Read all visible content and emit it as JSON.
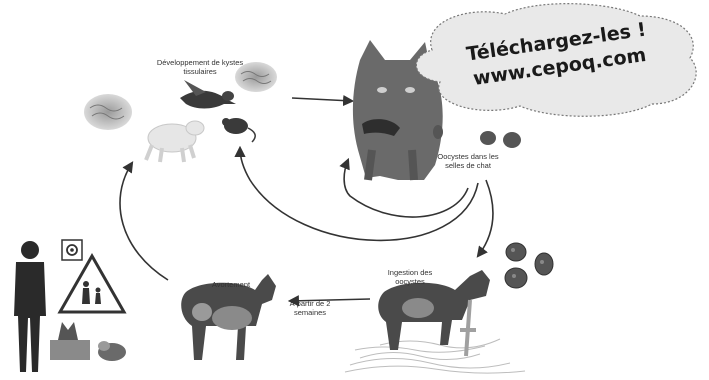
{
  "labels": {
    "tissue_cysts": "Développement de kystes tissulaires",
    "oocysts_feces": "Oocystes dans les selles de chat",
    "ingestion": "Ingestion des oocystes",
    "abortion": "Avortement",
    "from_two_weeks": "À partir de 2 semaines"
  },
  "cloud": {
    "line1": "Téléchargez-les !",
    "line2": "www.cepoq.com"
  },
  "colors": {
    "arrow": "#333333",
    "illustration": "#5a5a5a",
    "light_gray": "#b5b5b5",
    "cloud_fill": "#e9e9e9"
  }
}
